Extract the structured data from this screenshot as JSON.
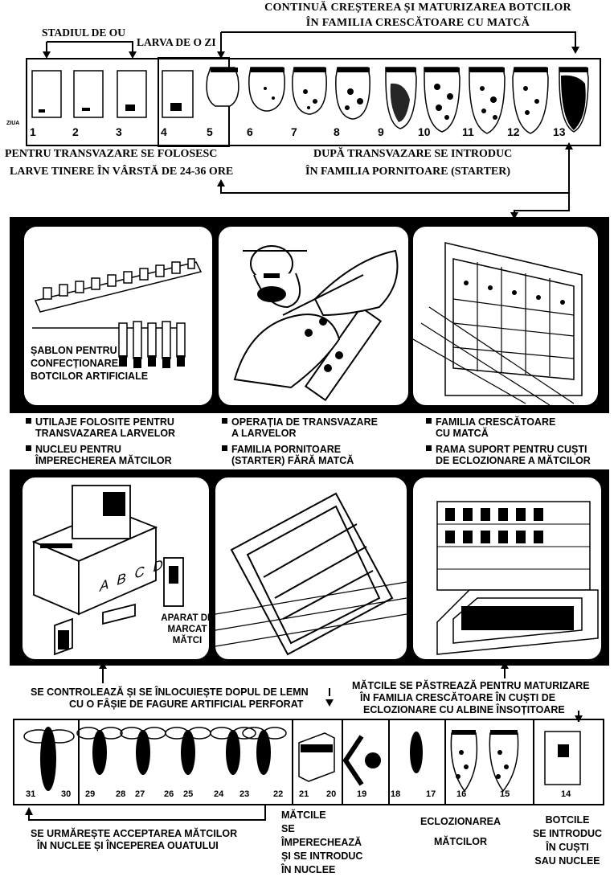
{
  "top": {
    "title_line1": "CONTINUĂ CREȘTEREA ȘI MATURIZAREA BOTCILOR",
    "title_line2": "ÎN FAMILIA CRESCĂTOARE CU MATCĂ",
    "stadiul_de_ou": "STADIUL DE OU",
    "larva_de_o_zi": "LARVA DE O ZI",
    "ziua": "ZIUA",
    "days": [
      "1",
      "2",
      "3",
      "4",
      "5",
      "6",
      "7",
      "8",
      "9",
      "10",
      "11",
      "12",
      "13"
    ],
    "left_note_line1": "PENTRU TRANSVAZARE SE FOLOSESC",
    "left_note_line2": "LARVE TINERE ÎN VÂRSTĂ DE 24-36 ORE",
    "right_note_line1": "DUPĂ TRANSVAZARE SE INTRODUC",
    "right_note_line2": "ÎN FAMILIA PORNITOARE (STARTER)"
  },
  "panels": {
    "sablon_label": "ȘABLON PENTRU CONFECȚIONAREA BOTCILOR ARTIFICIALE",
    "aparat_label": "APARAT DE MARCAT MĂTCI",
    "box_letters": "A  B  C  D"
  },
  "legend": {
    "item1_line1": "UTILAJE FOLOSITE PENTRU",
    "item1_line2": "TRANSVAZAREA LARVELOR",
    "item2_line1": "OPERAȚIA DE TRANSVAZARE",
    "item2_line2": "A LARVELOR",
    "item3_line1": "FAMILIA CRESCĂTOARE",
    "item3_line2": "CU MATCĂ",
    "item4_line1": "NUCLEU PENTRU",
    "item4_line2": "ÎMPERECHEREA MĂTCILOR",
    "item5_line1": "FAMILIA PORNITOARE",
    "item5_line2": "(STARTER) FĂRĂ MATCĂ",
    "item6_line1": "RAMA SUPORT PENTRU CUȘTI",
    "item6_line2": "DE ECLOZIONARE A MĂTCILOR"
  },
  "bottom": {
    "left_note_line1": "SE CONTROLEAZĂ ȘI SE ÎNLOCUIEȘTE DOPUL DE LEMN",
    "left_note_line2": "CU O FÂȘIE DE FAGURE ARTIFICIAL PERFORAT",
    "right_note_line1": "MĂTCILE SE PĂSTREAZĂ PENTRU MATURIZARE",
    "right_note_line2": "ÎN FAMILIA CRESCĂTOARE ÎN CUȘTI DE",
    "right_note_line3": "ECLOZIONARE CU ALBINE ÎNSOȚITOARE",
    "days_pairs": [
      [
        "31",
        "30"
      ],
      [
        "29",
        "28"
      ],
      [
        "27",
        "26"
      ],
      [
        "25",
        "24"
      ],
      [
        "23",
        "22"
      ],
      [
        "21",
        "20"
      ],
      [
        "19",
        ""
      ],
      [
        "18",
        "17"
      ],
      [
        "16",
        ""
      ],
      [
        "15",
        ""
      ],
      [
        "14",
        ""
      ]
    ],
    "accept_line1": "SE URMĂREȘTE ACCEPTAREA MĂTCILOR",
    "accept_line2": "ÎN NUCLEE ȘI ÎNCEPEREA OUATULUI",
    "imperech_line1": "MĂTCILE",
    "imperech_line2": "SE ÎMPERECHEAZĂ",
    "imperech_line3": "ȘI SE INTRODUC",
    "imperech_line4": "ÎN NUCLEE",
    "ecloz_line1": "ECLOZIONAREA",
    "ecloz_line2": "MĂTCILOR",
    "botcile_line1": "BOTCILE",
    "botcile_line2": "SE INTRODUC",
    "botcile_line3": "ÎN CUȘTI",
    "botcile_line4": "SAU NUCLEE"
  }
}
